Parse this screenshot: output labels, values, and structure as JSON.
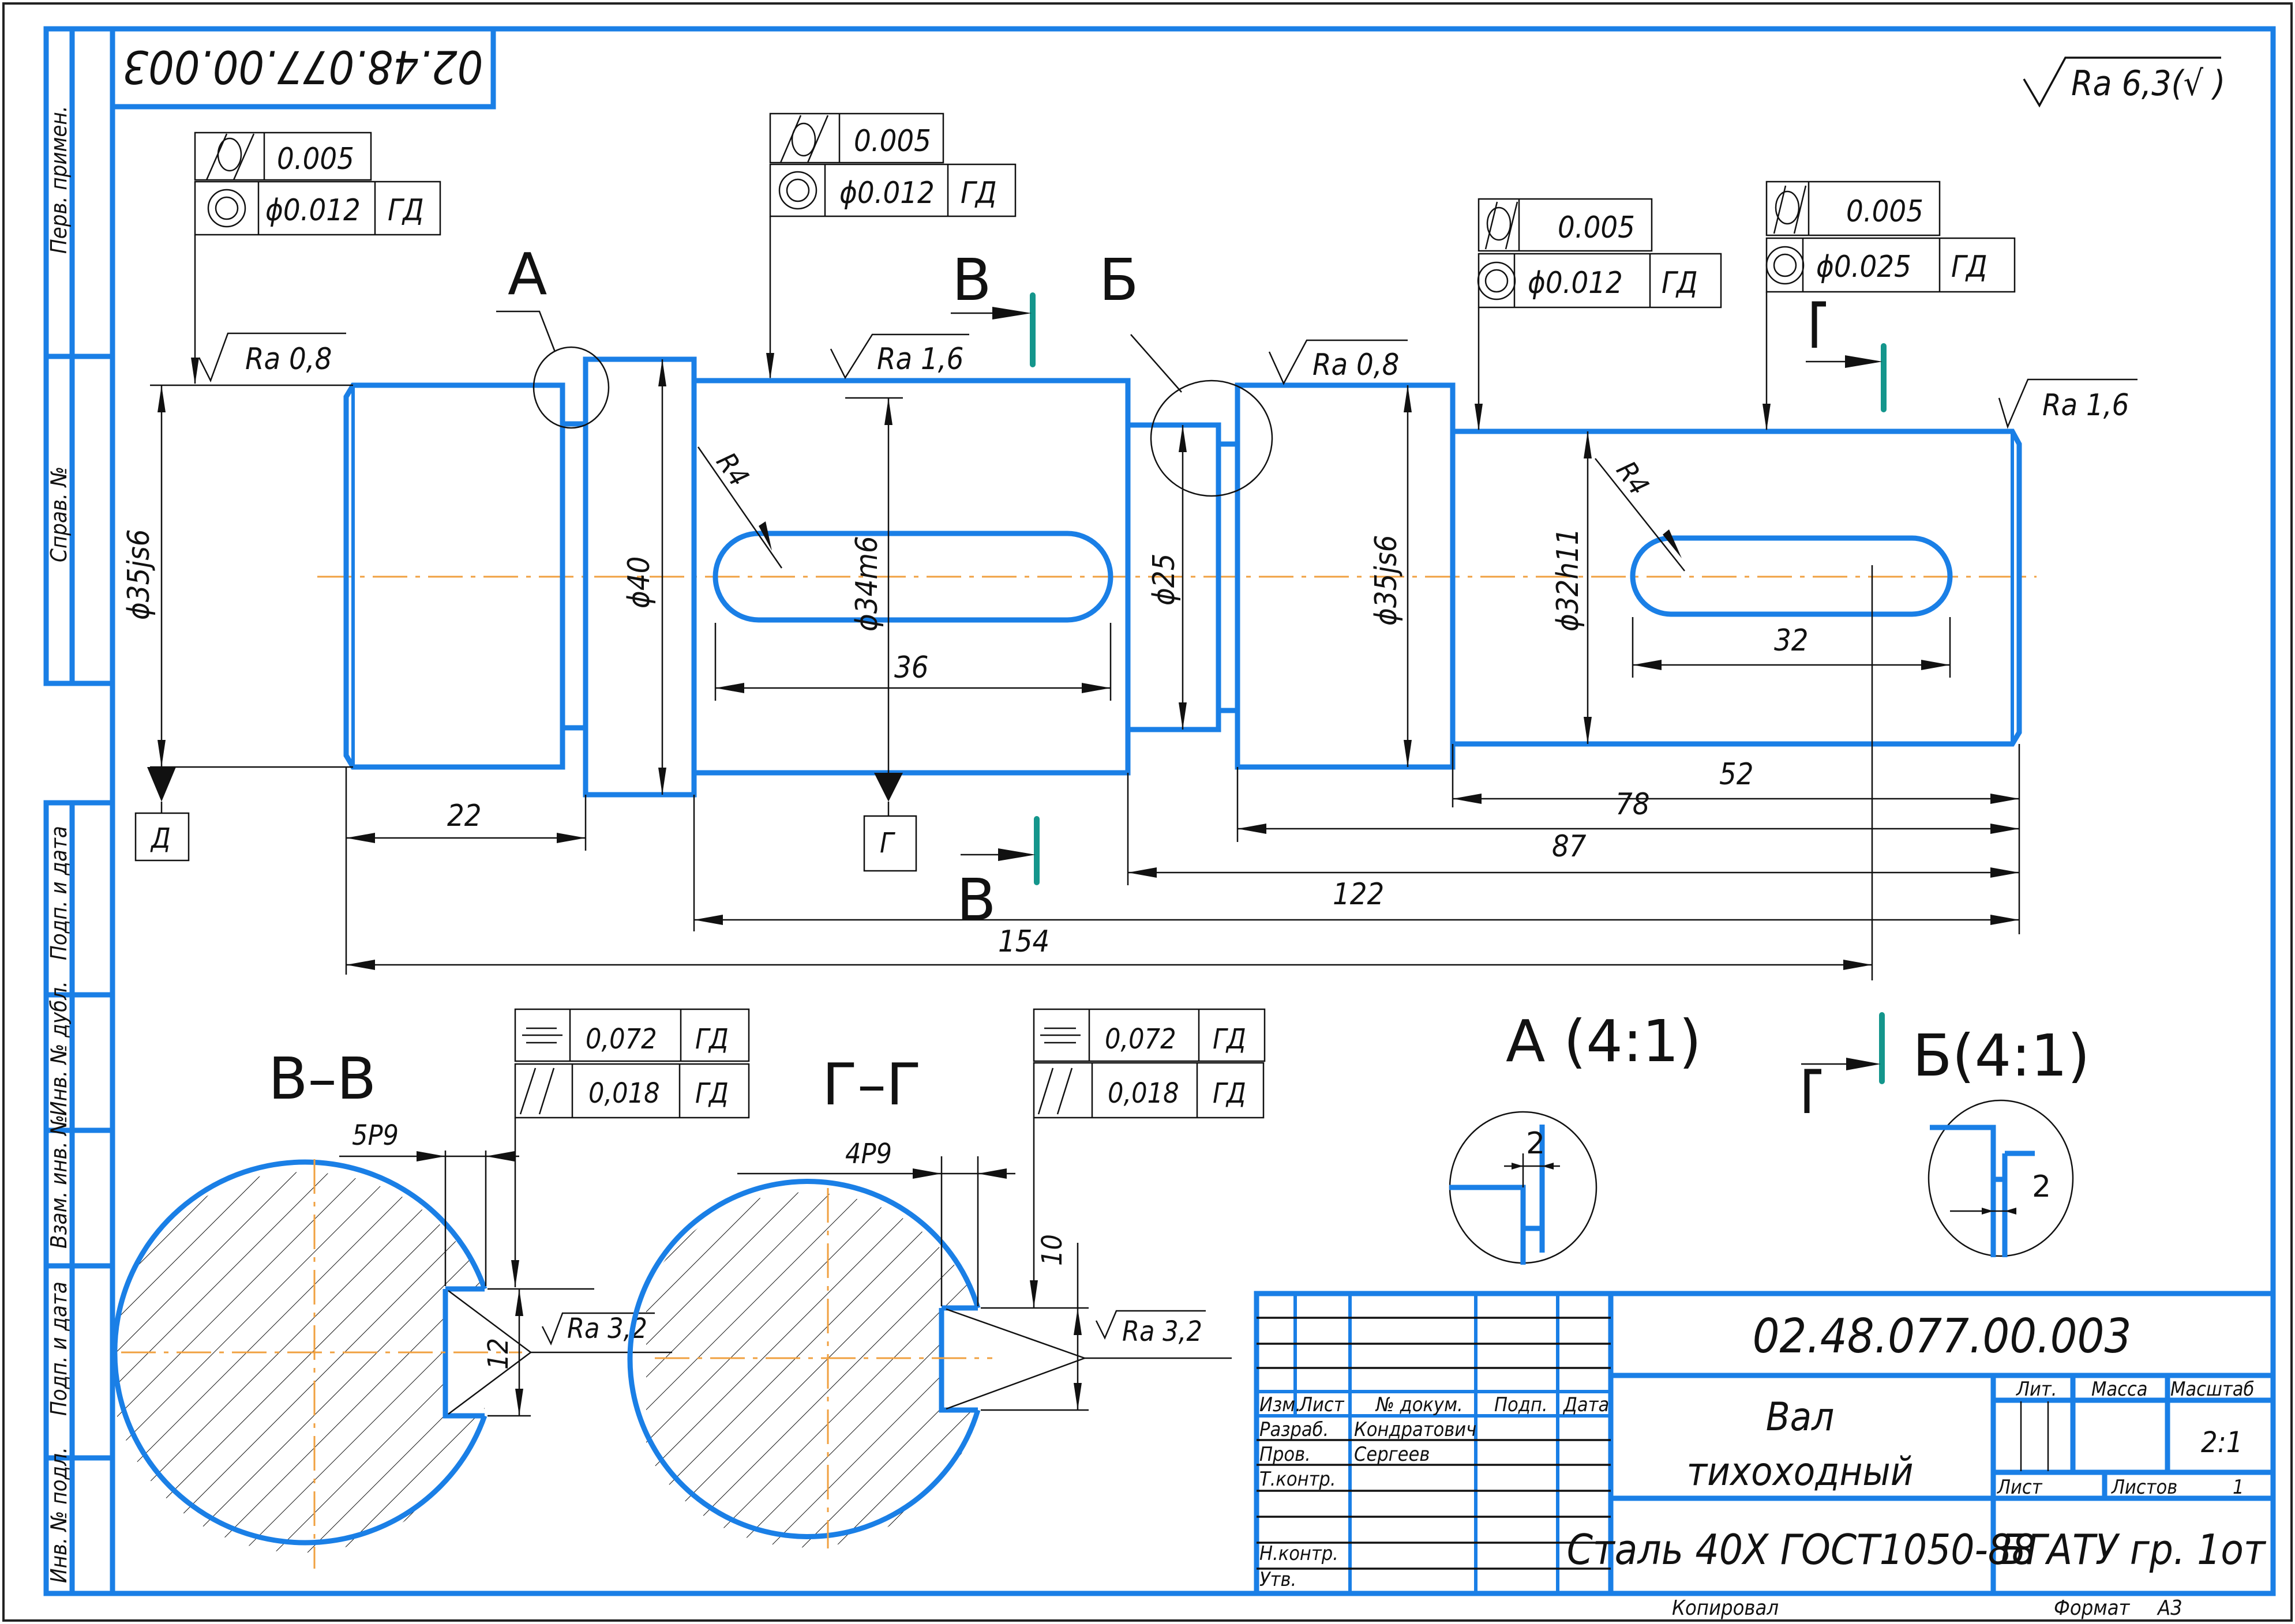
{
  "drawing": {
    "doc_number": "02.48.077.00.003",
    "doc_number_stamp": "02.48.077.00.003",
    "general_roughness": "Ra 6,3(√ )",
    "part_name_line1": "Вал",
    "part_name_line2": "тихоходный",
    "material": "Сталь 40Х ГОСТ1050-88",
    "organization": "БГАТУ гр. 1от",
    "copied_label": "Копировал",
    "format_label": "Формат",
    "format_value": "А3",
    "colors": {
      "outline": "#1a7fe6",
      "centerline": "#f0a040",
      "section_mark": "#14968c",
      "line": "#111111"
    }
  },
  "side_strip": [
    "Перв. примен.",
    "Справ. №",
    "Подп. и дата",
    "Инв. № дубл.",
    "Взам. инв. №",
    "Подп. и дата",
    "Инв. № подл."
  ],
  "title_block": {
    "headers": [
      "Изм.",
      "Лист",
      "№ докум.",
      "Подп.",
      "Дата"
    ],
    "rows": [
      {
        "role": "Разраб.",
        "name": "Кондратович"
      },
      {
        "role": "Пров.",
        "name": "Сергеев"
      },
      {
        "role": "Т.контр.",
        "name": ""
      },
      {
        "role": "",
        "name": ""
      },
      {
        "role": "Н.контр.",
        "name": ""
      },
      {
        "role": "Утв.",
        "name": ""
      }
    ],
    "lit_label": "Лит.",
    "mass_label": "Масса",
    "scale_label": "Масштаб",
    "scale_value": "2:1",
    "sheet_label": "Лист",
    "sheets_label": "Листов",
    "sheets_value": "1"
  },
  "tolerances": [
    {
      "runout": "0.005",
      "concentricity": "ϕ0.012",
      "datum": "ГД"
    },
    {
      "runout": "0.005",
      "concentricity": "ϕ0.012",
      "datum": "ГД"
    },
    {
      "runout": "0.005",
      "concentricity": "ϕ0.012",
      "datum": "ГД"
    },
    {
      "runout": "0.005",
      "concentricity": "ϕ0.025",
      "datum": "ГД"
    }
  ],
  "section_tolerances": [
    {
      "symmetry": "0,072",
      "parallel": "0,018",
      "datum": "ГД"
    },
    {
      "symmetry": "0,072",
      "parallel": "0,018",
      "datum": "ГД"
    }
  ],
  "roughness": {
    "r1": "Ra 0,8",
    "r2": "Ra 1,6",
    "r3": "Ra 0,8",
    "r4": "Ra 1,6",
    "r5": "Ra 3,2",
    "r6": "Ra 3,2"
  },
  "diameters": {
    "d1": "ϕ35js6",
    "d2": "ϕ40",
    "d3": "ϕ34m6",
    "d4": "ϕ25",
    "d5": "ϕ35js6",
    "d6": "ϕ32h11"
  },
  "radii": [
    "R4",
    "R4"
  ],
  "lengths": {
    "l22": "22",
    "l36": "36",
    "l32": "32",
    "l52": "52",
    "l78": "78",
    "l87": "87",
    "l122": "122",
    "l154": "154"
  },
  "datums": {
    "d": "Д",
    "g": "Г"
  },
  "labels": {
    "A": "А",
    "B": "Б",
    "V": "В",
    "G": "Г",
    "section_vv": "В–В",
    "section_gg": "Г–Г",
    "detail_a": "А (4:1)",
    "detail_b": "Б(4:1)",
    "key1": "5P9",
    "key2": "4P9",
    "depth1": "12",
    "depth2": "10",
    "detail_dim": "2"
  }
}
